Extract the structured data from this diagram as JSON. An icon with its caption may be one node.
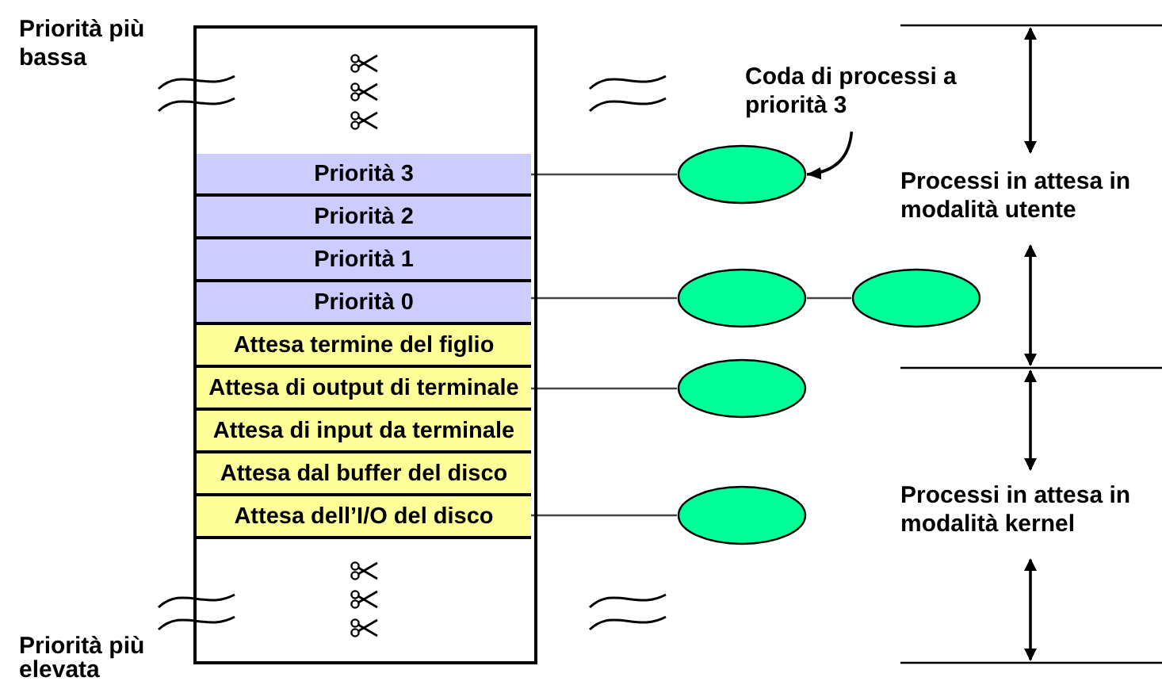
{
  "diagram": {
    "nodes": [
      {
        "text": [],
        "shape": "box"
      },
      {
        "text": [
          "Priorità 3"
        ],
        "in": 0
      },
      {
        "text": [
          "Priorità 2"
        ],
        "in": 0
      },
      {
        "text": [
          "Priorità 1"
        ],
        "in": 0
      },
      {
        "text": [
          "Priorità 0"
        ],
        "in": 0
      },
      {
        "text": [
          "Attesa termine del figlio"
        ],
        "in": 0
      },
      {
        "text": [
          "Attesa di output di terminale"
        ],
        "in": 0
      },
      {
        "text": [
          "Attesa di input da terminale"
        ],
        "in": 0
      },
      {
        "text": [
          "Attesa dal buffer del disco"
        ],
        "in": 0
      },
      {
        "text": [
          "Attesa dell’I/O del disco"
        ],
        "in": 0
      },
      {
        "text": [],
        "shape": "ellipse"
      },
      {
        "text": [],
        "shape": "ellipse"
      },
      {
        "text": [],
        "shape": "ellipse"
      },
      {
        "text": [],
        "shape": "ellipse"
      },
      {
        "text": [],
        "shape": "ellipse"
      },
      {
        "text": [
          "Coda di processi a priorità 3"
        ]
      }
    ],
    "edges": [
      {
        "from": 1,
        "to": 10,
        "arrow": "none"
      },
      {
        "from": 4,
        "to": 11,
        "arrow": "none"
      },
      {
        "from": 11,
        "to": 12,
        "arrow": "none"
      },
      {
        "from": 6,
        "to": 13,
        "arrow": "none"
      },
      {
        "from": 9,
        "to": 14,
        "arrow": "none"
      },
      {
        "from": 15,
        "to": 10,
        "arrow": "to"
      }
    ],
    "labels": [
      "Priorità più bassa",
      "Processi in attesa in modalità utente",
      "Processi in attesa in modalità kernel",
      "Priorità più elevata"
    ]
  }
}
